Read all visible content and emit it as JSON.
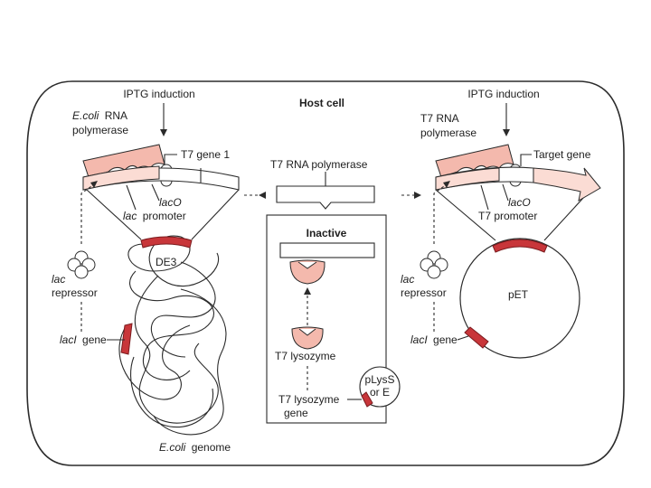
{
  "diagram": {
    "labels": {
      "host_cell": "Host cell",
      "iptg_left": "IPTG induction",
      "iptg_right": "IPTG induction",
      "ecoli_rna_pol_1": "E.coli",
      "ecoli_rna_pol_2": "RNA",
      "ecoli_rna_pol_3": "polymerase",
      "t7_gene1": "T7 gene 1",
      "laco_left": "lacO",
      "lac_promoter_1": "lac",
      "lac_promoter_2": "promoter",
      "de3": "DE3",
      "lac_repressor_left_1": "lac",
      "lac_repressor_left_2": "repressor",
      "laci_gene_left_1": "lacI",
      "laci_gene_left_2": "gene",
      "ecoli_genome_1": "E.coli",
      "ecoli_genome_2": "genome",
      "t7_rna_polymerase_mid": "T7 RNA polymerase",
      "inactive": "Inactive",
      "t7_lysozyme": "T7 lysozyme",
      "t7_lysozyme_gene_1": "T7 lysozyme",
      "t7_lysozyme_gene_2": "gene",
      "plyss_1": "pLysS",
      "plyss_2": "or E",
      "t7_rna_pol_right_1": "T7 RNA",
      "t7_rna_pol_right_2": "polymerase",
      "target_gene": "Target gene",
      "laco_right": "lacO",
      "t7_promoter": "T7 promoter",
      "lac_repressor_right_1": "lac",
      "lac_repressor_right_2": "repressor",
      "pet": "pET",
      "laci_gene_right_1": "lacI",
      "laci_gene_right_2": "gene"
    },
    "colors": {
      "polymerase_fill": "#f4b9ad",
      "insert_fill": "#fbdcd4",
      "gene_red": "#c8363a",
      "line": "#2b2b2b"
    }
  }
}
